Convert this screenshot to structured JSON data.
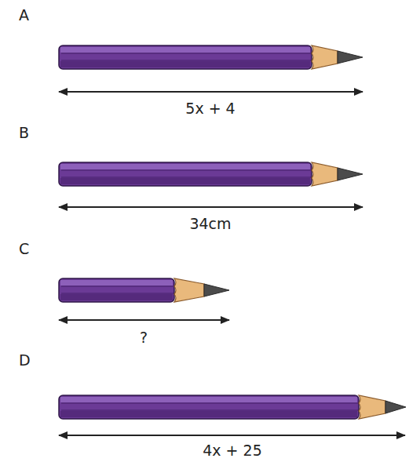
{
  "diagram": {
    "labels": [
      "A",
      "5x + 4",
      "B",
      "34cm",
      "C",
      "?",
      "D",
      "4x + 25"
    ]
  }
}
